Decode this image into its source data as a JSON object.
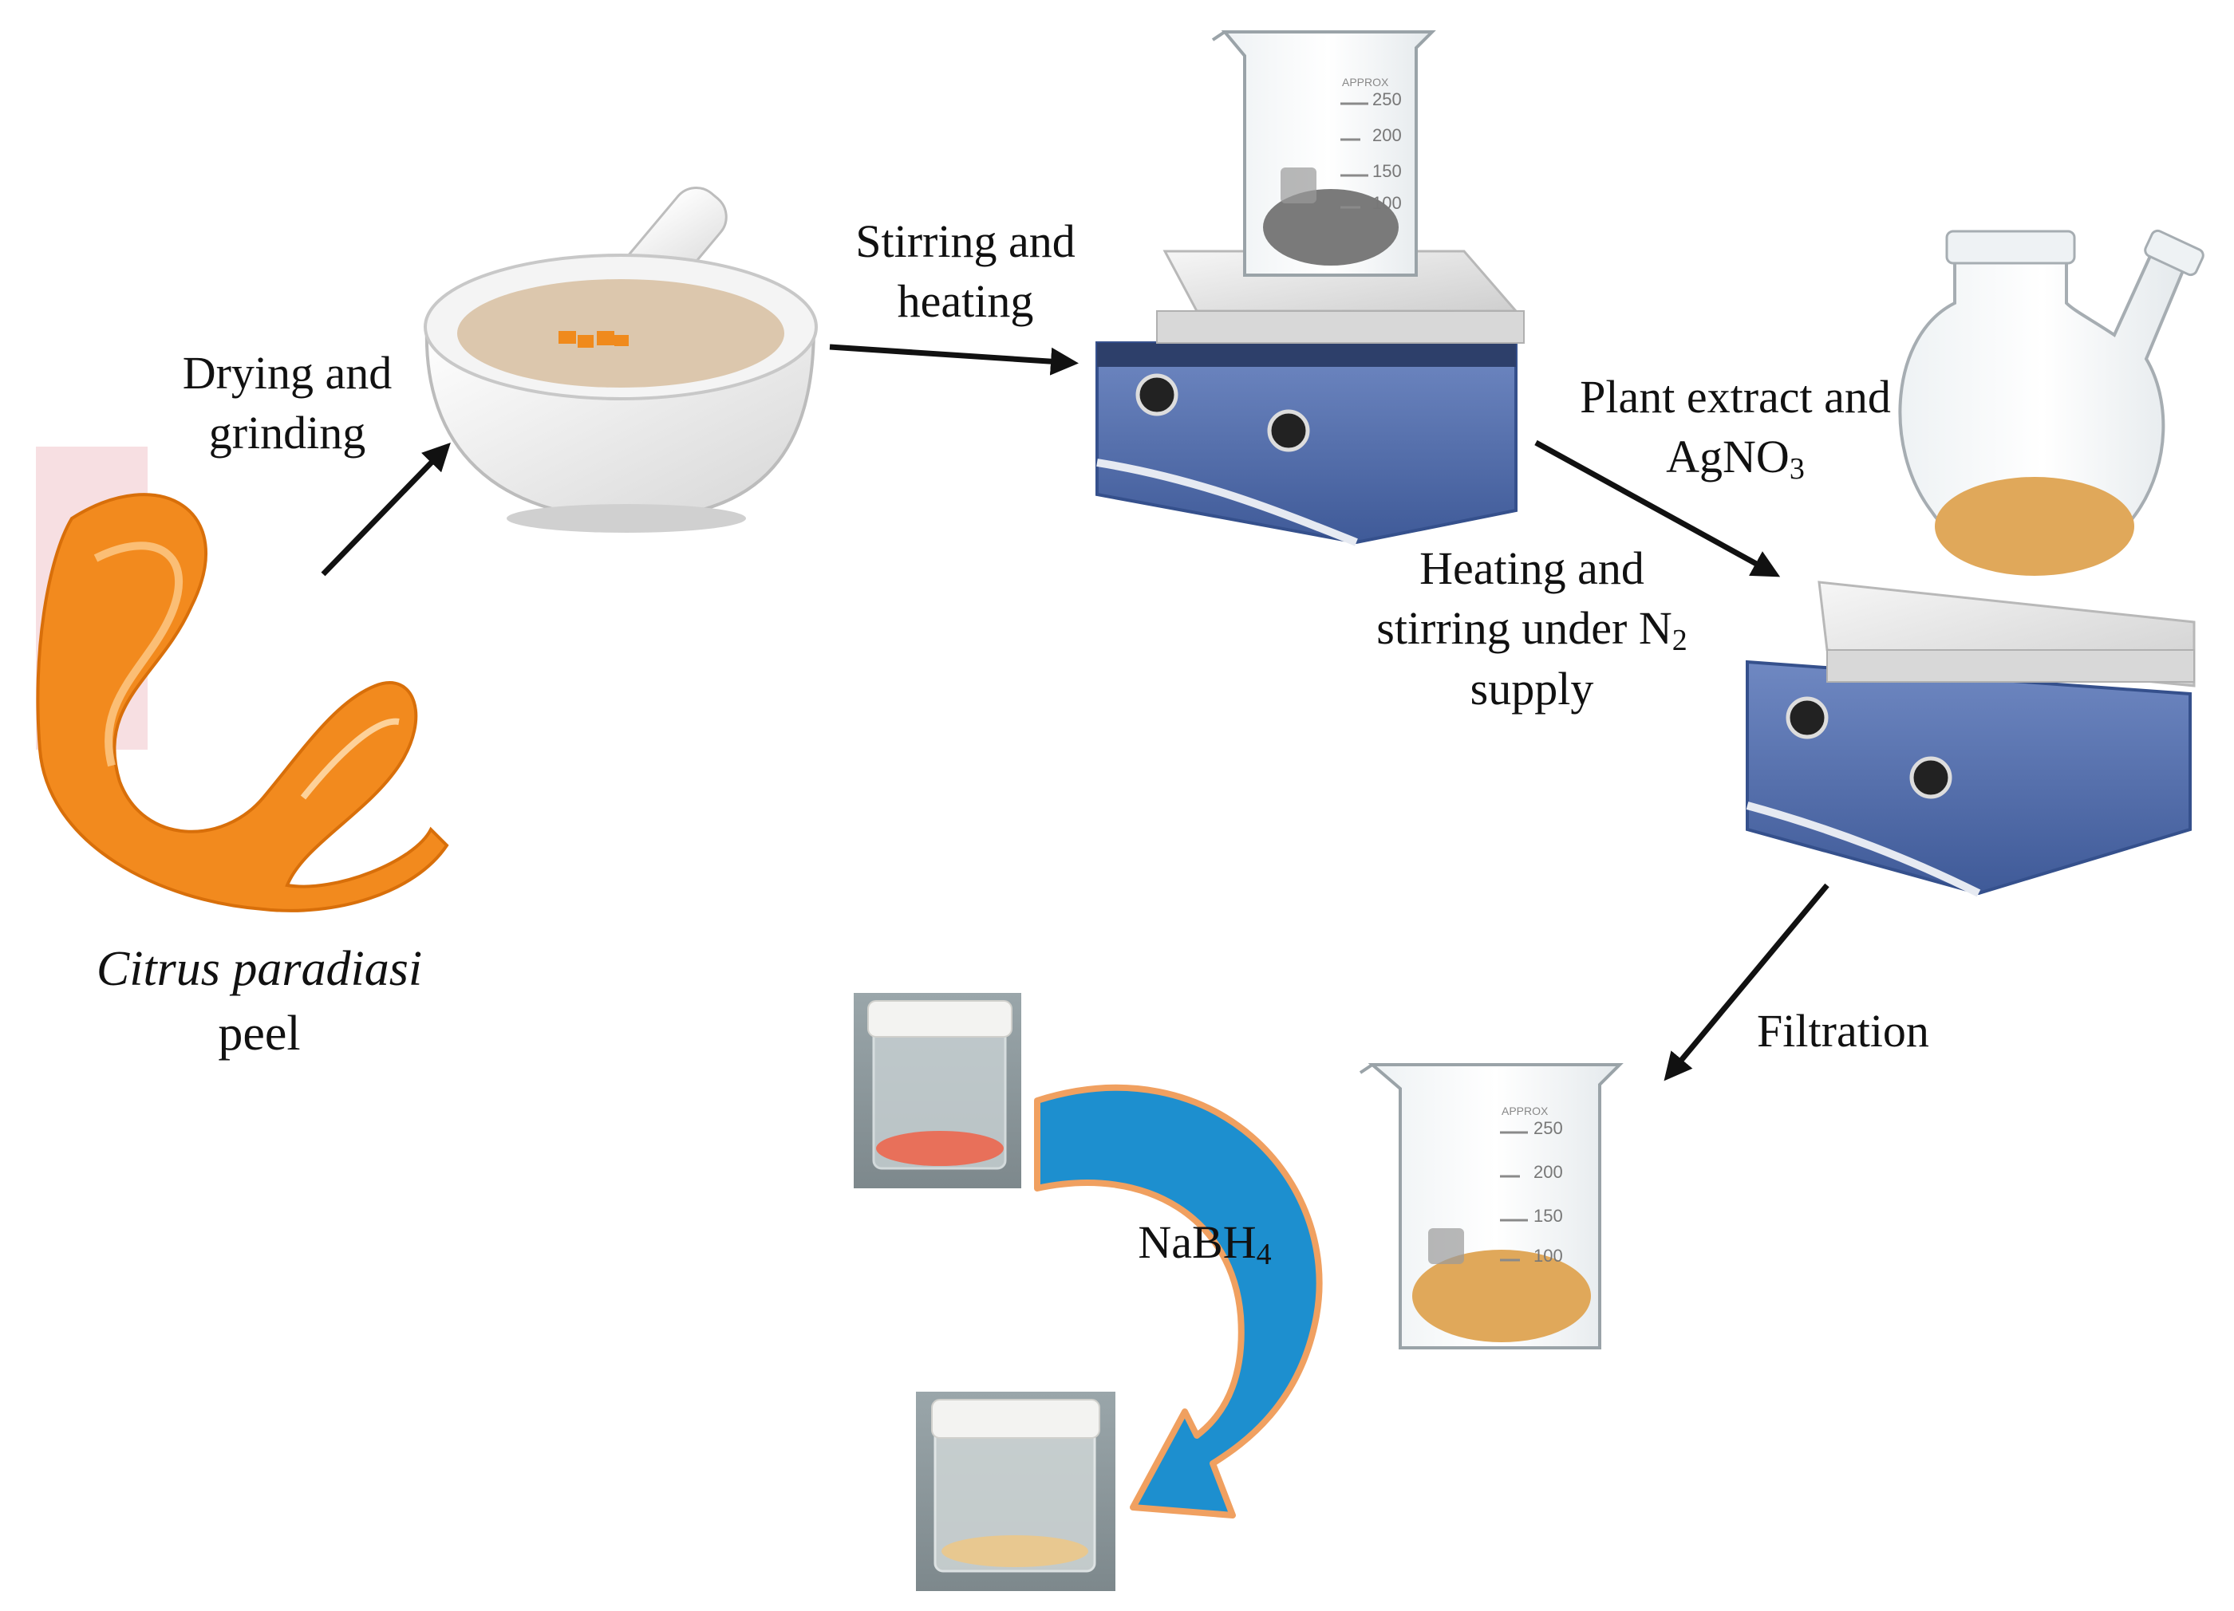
{
  "labels": {
    "drying_line1": "Drying and",
    "drying_line2": "grinding",
    "stirring_line1": "Stirring and",
    "stirring_line2": "heating",
    "plant_line1": "Plant extract and",
    "plant_line2_main": "AgNO",
    "plant_line2_sub": "3",
    "heatn2_line1": "Heating and",
    "heatn2_line2_main": "stirring under N",
    "heatn2_line2_sub": "2",
    "heatn2_line3": "supply",
    "filtration": "Filtration",
    "nabh4_main": "NaBH",
    "nabh4_sub": "4",
    "citrus_line1": "Citrus paradiasi",
    "citrus_line2": "peel"
  },
  "beaker_markings": {
    "grad_top": "250",
    "grad_2": "200",
    "grad_3": "150",
    "grad_4": "100",
    "brand": "APPROX"
  },
  "colors": {
    "arrow": "#111111",
    "peel_orange": "#f08a1c",
    "extract_tan": "#e0a85a",
    "grey_liquid": "#7a7a7a",
    "hotplate_blue": "#4f6aa8",
    "curved_arrow_blue": "#1d8fcf",
    "curved_arrow_outline": "#f0a060",
    "red_solution": "#e8705a",
    "yellow_solution": "#e8c890"
  }
}
